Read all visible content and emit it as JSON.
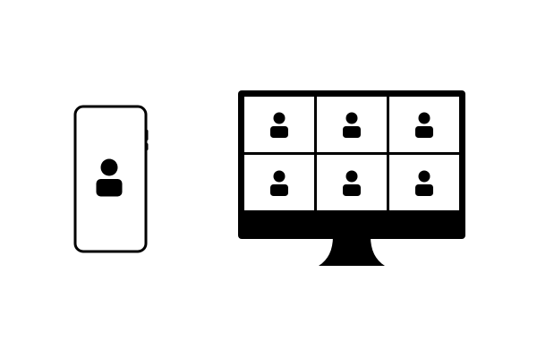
{
  "scene": {
    "background_color": "#ffffff",
    "ink_color": "#000000",
    "devices": [
      {
        "kind": "smartphone",
        "icon": "smartphone-icon",
        "participants": 1,
        "participant_icon": "user-icon"
      },
      {
        "kind": "desktop-monitor",
        "icon": "monitor-icon",
        "participants": 6,
        "grid_columns": 3,
        "grid_rows": 2,
        "participant_icon": "user-icon"
      }
    ]
  }
}
